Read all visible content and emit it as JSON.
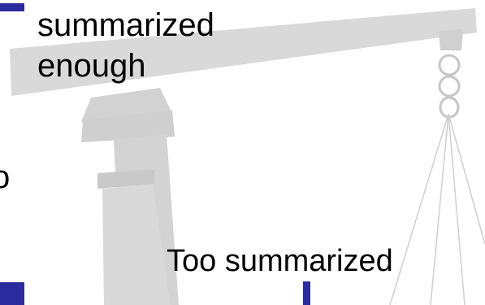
{
  "slide": {
    "label_top_line1": "summarized",
    "label_top_line2": "enough",
    "label_bottom": "Too summarized",
    "edge_char": "o"
  },
  "colors": {
    "accent": "#2b2ba0",
    "scale_fill": "#d9d9d9",
    "scale_shade": "#c9c9c9",
    "text": "#000000"
  },
  "illustration": {
    "name": "balance-scale-icon",
    "parts": [
      "scale-beam",
      "scale-post",
      "scale-hook",
      "scale-strings"
    ]
  }
}
